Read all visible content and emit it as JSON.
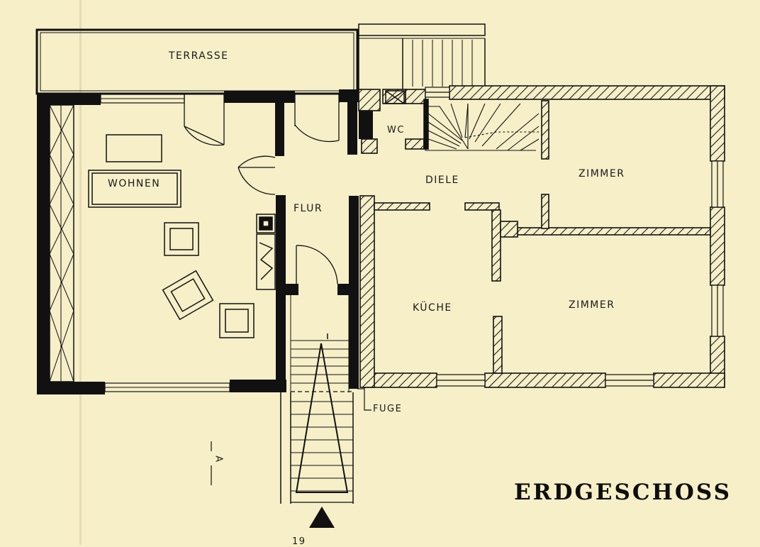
{
  "plan": {
    "title": "ERDGESCHOSS",
    "rooms": {
      "terrasse": "TERRASSE",
      "wohnen": "WOHNEN",
      "flur": "FLUR",
      "wc": "WC",
      "diele": "DIELE",
      "zimmer_north": "ZIMMER",
      "zimmer_south": "ZIMMER",
      "kueche": "KÜCHE"
    },
    "annotations": {
      "fuge": "FUGE",
      "section": "A",
      "page_number": "19"
    },
    "colors": {
      "paper": "#f6efc8",
      "ink": "#111111",
      "hatch": "#222222"
    }
  }
}
